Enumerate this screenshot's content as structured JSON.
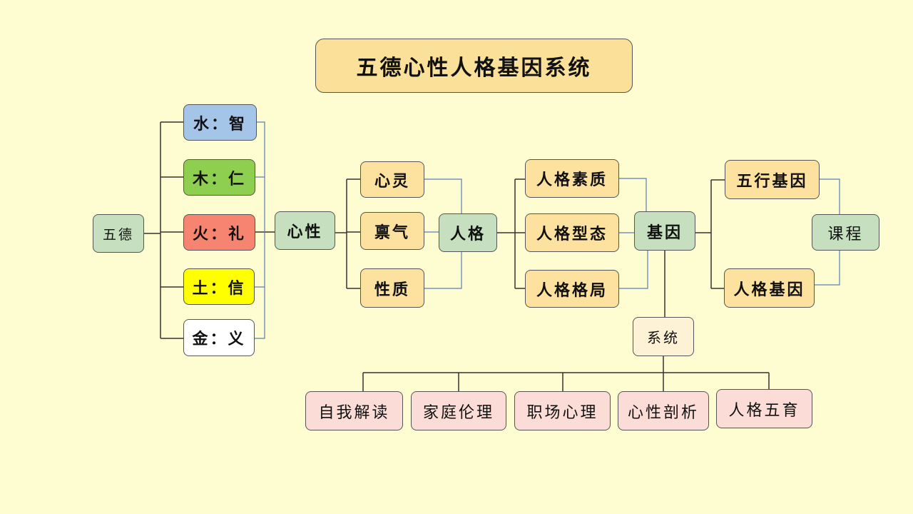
{
  "title": "五德心性人格基因系统",
  "root": "五德",
  "elements": [
    "水：智",
    "木：仁",
    "火：礼",
    "土：信",
    "金：义"
  ],
  "element_colors": [
    "#a4c4e8",
    "#8fcf50",
    "#f78470",
    "#ffff00",
    "#ffffff"
  ],
  "xinxing": "心性",
  "xinxing_children": [
    "心灵",
    "禀气",
    "性质"
  ],
  "renge": "人格",
  "renge_children": [
    "人格素质",
    "人格型态",
    "人格格局"
  ],
  "jiyin": "基因",
  "jiyin_children": [
    "五行基因",
    "人格基因"
  ],
  "kecheng": "课程",
  "xitong": "系统",
  "xitong_children": [
    "自我解读",
    "家庭伦理",
    "职场心理",
    "心性剖析",
    "人格五育"
  ]
}
